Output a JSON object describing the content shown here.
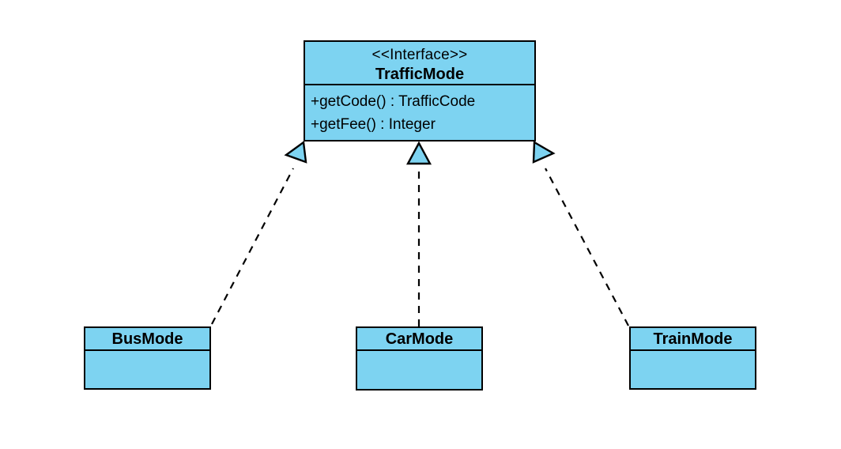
{
  "colors": {
    "node_fill": "#7DD3F1",
    "node_border": "#000000",
    "edge": "#000000",
    "text": "#000000",
    "background": "#FFFFFF"
  },
  "interface": {
    "stereotype": "<<Interface>>",
    "name": "TrafficMode",
    "methods": [
      "+getCode() : TrafficCode",
      "+getFee() : Integer"
    ]
  },
  "classes": [
    {
      "name": "BusMode"
    },
    {
      "name": "CarMode"
    },
    {
      "name": "TrainMode"
    }
  ],
  "relationships": [
    {
      "from": "BusMode",
      "to": "TrafficMode",
      "type": "realization"
    },
    {
      "from": "CarMode",
      "to": "TrafficMode",
      "type": "realization"
    },
    {
      "from": "TrainMode",
      "to": "TrafficMode",
      "type": "realization"
    }
  ]
}
